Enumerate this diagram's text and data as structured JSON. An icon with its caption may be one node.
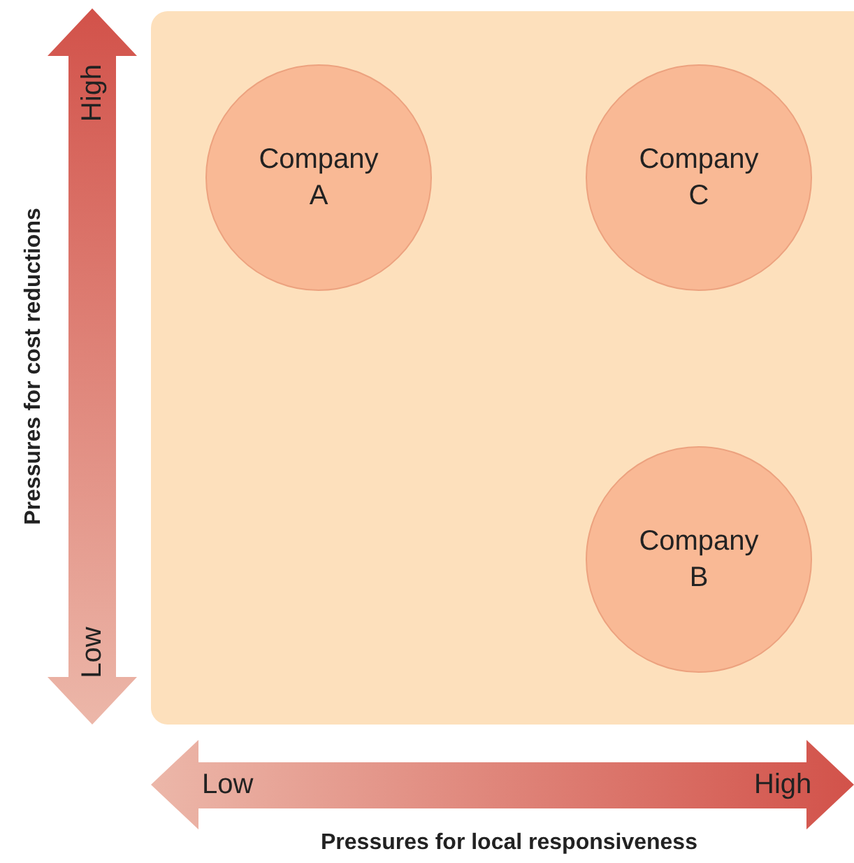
{
  "diagram": {
    "nodes": [
      {
        "text": [],
        "shape": "box"
      },
      {
        "text": [
          "Company A"
        ],
        "in": 0
      },
      {
        "text": [
          "Company C"
        ],
        "in": 0
      },
      {
        "text": [
          "Company B"
        ],
        "in": 0
      }
    ],
    "labels": [
      "High",
      "Low",
      "Pressures for cost reductions",
      "Low",
      "High",
      "Pressures for local responsiveness"
    ]
  }
}
